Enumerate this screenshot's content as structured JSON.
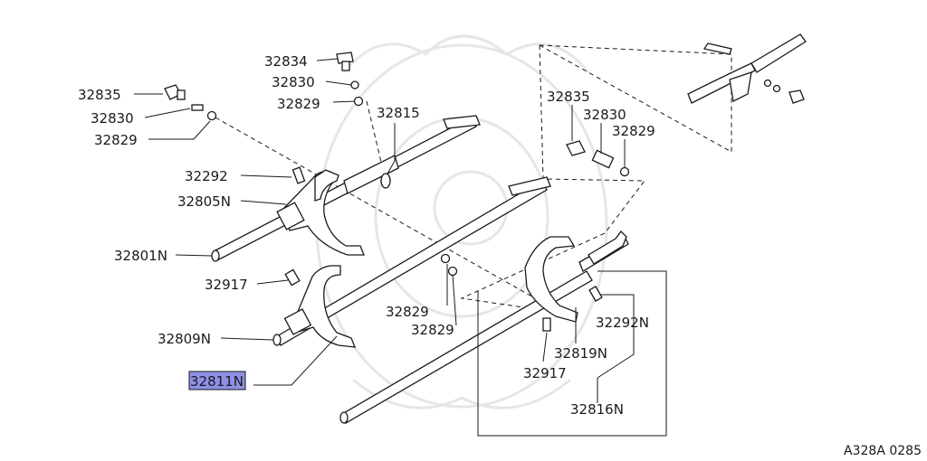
{
  "diagram_code": "A328A 0285",
  "highlight_color": "#8f8fe8",
  "labels": {
    "l32834": "32834",
    "l32830_top": "32830",
    "l32829_top": "32829",
    "l32835_left": "32835",
    "l32830_left": "32830",
    "l32829_left": "32829",
    "l32815": "32815",
    "l32292": "32292",
    "l32805N": "32805N",
    "l32801N": "32801N",
    "l32917_left": "32917",
    "l32809N": "32809N",
    "l32811N": "32811N",
    "l32835_right": "32835",
    "l32830_right": "32830",
    "l32829_right": "32829",
    "l32829_mid1": "32829",
    "l32829_mid2": "32829",
    "l32292N": "32292N",
    "l32819N": "32819N",
    "l32917_right": "32917",
    "l32816N": "32816N"
  }
}
